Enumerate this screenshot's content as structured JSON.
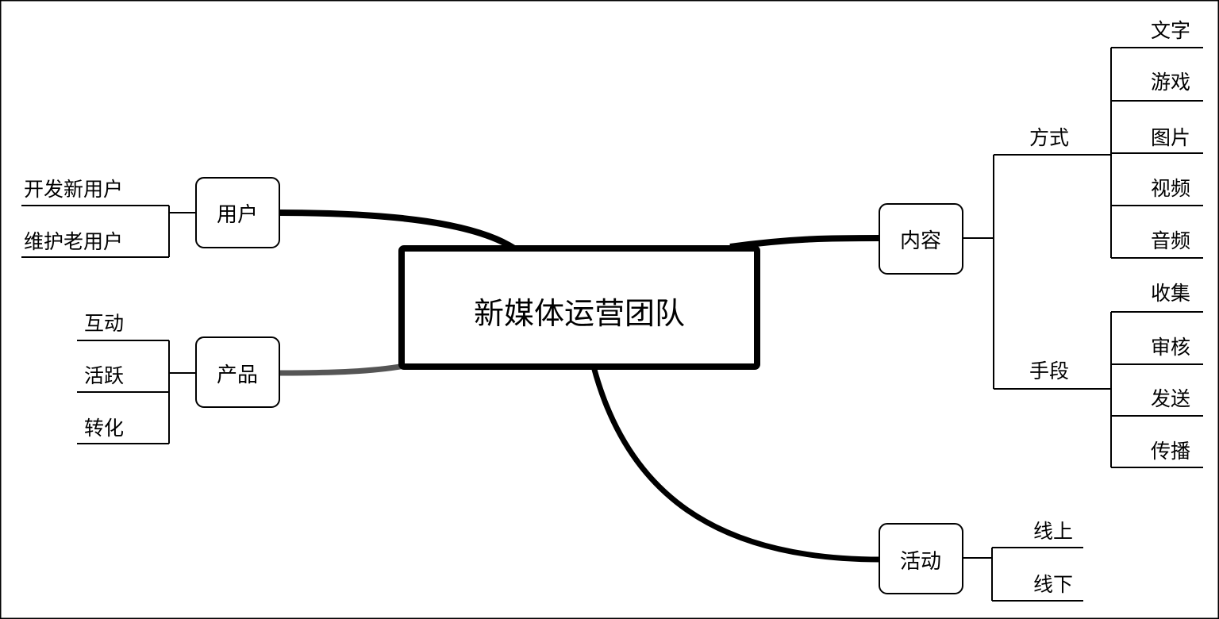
{
  "center": {
    "label": "新媒体运营团队"
  },
  "branches": {
    "user": {
      "label": "用户",
      "children": [
        "开发新用户",
        "维护老用户"
      ]
    },
    "product": {
      "label": "产品",
      "children": [
        "互动",
        "活跃",
        "转化"
      ]
    },
    "content": {
      "label": "内容",
      "groups": [
        {
          "label": "方式",
          "children": [
            "文字",
            "游戏",
            "图片",
            "视频",
            "音频"
          ]
        },
        {
          "label": "手段",
          "children": [
            "收集",
            "审核",
            "发送",
            "传播"
          ]
        }
      ]
    },
    "activity": {
      "label": "活动",
      "children": [
        "线上",
        "线下"
      ]
    }
  },
  "colors": {
    "line": "#000000",
    "product_connector": "#555555"
  }
}
